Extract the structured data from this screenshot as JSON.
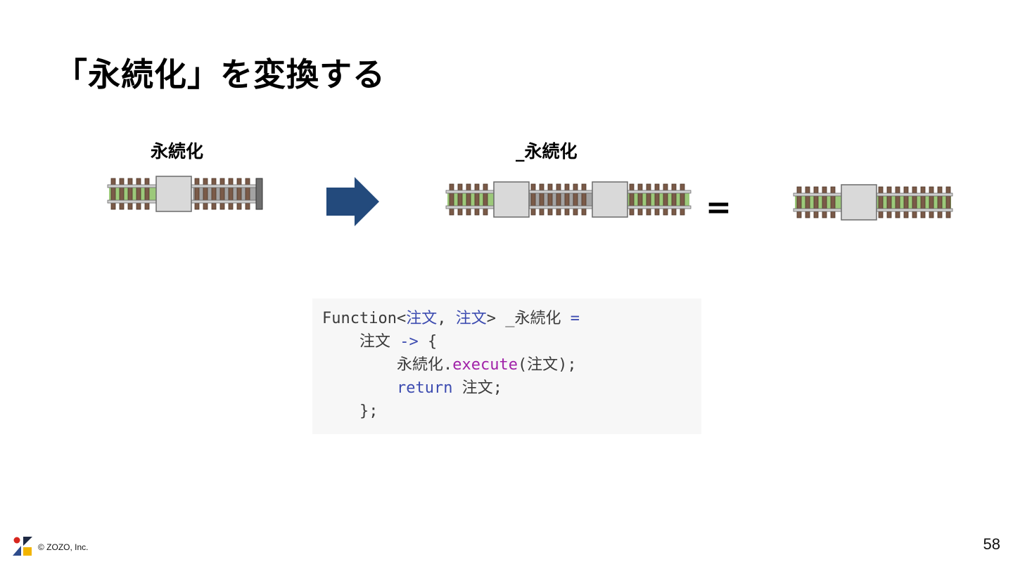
{
  "slide": {
    "title": "「永続化」を変換する",
    "page_number": "58",
    "copyright": "© ZOZO, Inc."
  },
  "diagram": {
    "left_label": "永続化",
    "right_label": "_永続化",
    "equals": "=",
    "colors": {
      "tie": "#7a5a48",
      "tie_border": "#4e3628",
      "green_fill": "#9cc97a",
      "gray_fill": "#a3a3a3",
      "rail": "#cfcfcf",
      "rail_border": "#6a6a6a",
      "box_fill": "#d9d9d9",
      "box_border": "#6b6b6b",
      "arrow": "#234a7c",
      "end_cap": "#6e6e6e"
    }
  },
  "code": {
    "line1": {
      "type": "Function<",
      "param1": "注文",
      "sep": ", ",
      "param2": "注文",
      "close": "> _永続化 ",
      "eq": "="
    },
    "line2": {
      "indent": "    ",
      "param": "注文 ",
      "arrow": "->",
      "brace": " {"
    },
    "line3": {
      "indent": "        ",
      "obj": "永続化.",
      "method": "execute",
      "args": "(注文);"
    },
    "line4": {
      "indent": "        ",
      "kw": "return",
      "rest": " 注文;"
    },
    "line5": {
      "text": "    };"
    }
  }
}
